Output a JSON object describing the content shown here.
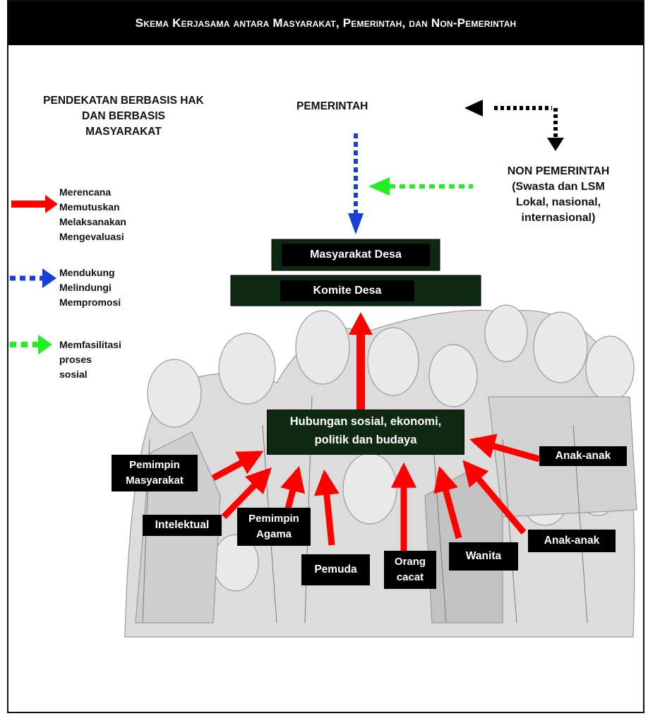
{
  "title": "Skema Kerjasama antara Masyarakat, Pemerintah, dan Non-Pemerintah",
  "approach_heading": [
    "PENDEKATAN BERBASIS HAK",
    "DAN BERBASIS",
    "MASYARAKAT"
  ],
  "government": "PEMERINTAH",
  "non_government": [
    "NON PEMERINTAH",
    "(Swasta dan LSM",
    "Lokal, nasional,",
    "internasional)"
  ],
  "legend": [
    {
      "color": "#ff0000",
      "style": "solid",
      "items": [
        "Merencana",
        "Memutuskan",
        "Melaksanakan",
        "Mengevaluasi"
      ]
    },
    {
      "color": "#1a3fd6",
      "style": "dotted",
      "items": [
        "Mendukung",
        "Melindungi",
        "Mempromosi"
      ]
    },
    {
      "color": "#22ee22",
      "style": "dotted",
      "items": [
        "Memfasilitasi",
        "proses",
        "sosial"
      ]
    }
  ],
  "pyramid": {
    "top": "Masyarakat Desa",
    "bottom": "Komite Desa"
  },
  "relations_box": [
    "Hubungan sosial, ekonomi,",
    "politik dan budaya"
  ],
  "groups": {
    "community_leaders": [
      "Pemimpin",
      "Masyarakat"
    ],
    "intellectuals": "Intelektual",
    "religious_leaders": [
      "Pemimpin",
      "Agama"
    ],
    "youth": "Pemuda",
    "disabled": [
      "Orang",
      "cacat"
    ],
    "women": "Wanita",
    "children_top": "Anak-anak",
    "children_bottom": "Anak-anak"
  },
  "colors": {
    "participation": "#ff0000",
    "support": "#1a3fd6",
    "facilitation": "#22ee22",
    "box_dark": "#0f2a12"
  }
}
